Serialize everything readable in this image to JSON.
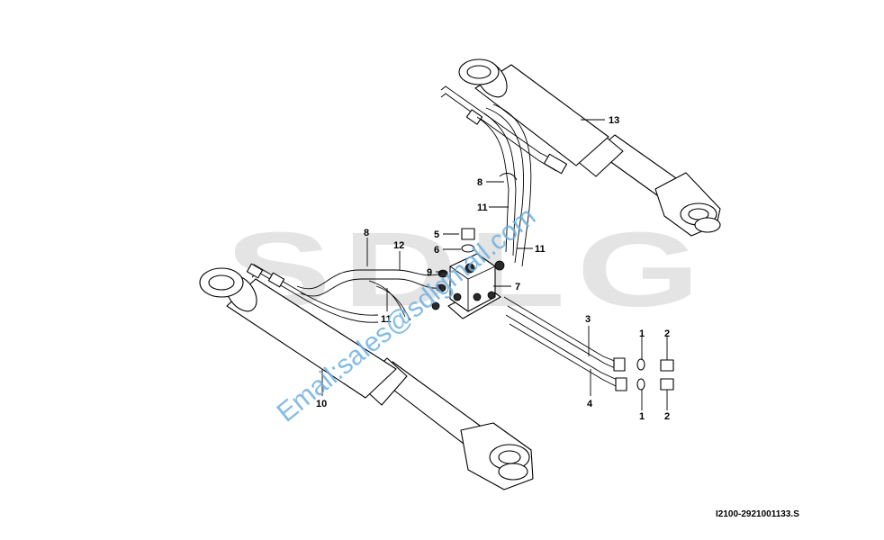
{
  "watermark": {
    "logo_text": "SDLG",
    "email": "Email:sales@sdlgmall.com"
  },
  "drawing": {
    "code": "I2100-2921001133.S"
  },
  "callouts": [
    {
      "id": "c13",
      "label": "13"
    },
    {
      "id": "c8a",
      "label": "8"
    },
    {
      "id": "c11a",
      "label": "11"
    },
    {
      "id": "c5",
      "label": "5"
    },
    {
      "id": "c6",
      "label": "6"
    },
    {
      "id": "c11b",
      "label": "11"
    },
    {
      "id": "c8b",
      "label": "8"
    },
    {
      "id": "c12",
      "label": "12"
    },
    {
      "id": "c9",
      "label": "9"
    },
    {
      "id": "c7",
      "label": "7"
    },
    {
      "id": "c11c",
      "label": "11"
    },
    {
      "id": "c3",
      "label": "3"
    },
    {
      "id": "c4",
      "label": "4"
    },
    {
      "id": "c1a",
      "label": "1"
    },
    {
      "id": "c2a",
      "label": "2"
    },
    {
      "id": "c1b",
      "label": "1"
    },
    {
      "id": "c2b",
      "label": "2"
    },
    {
      "id": "c10",
      "label": "10"
    }
  ]
}
